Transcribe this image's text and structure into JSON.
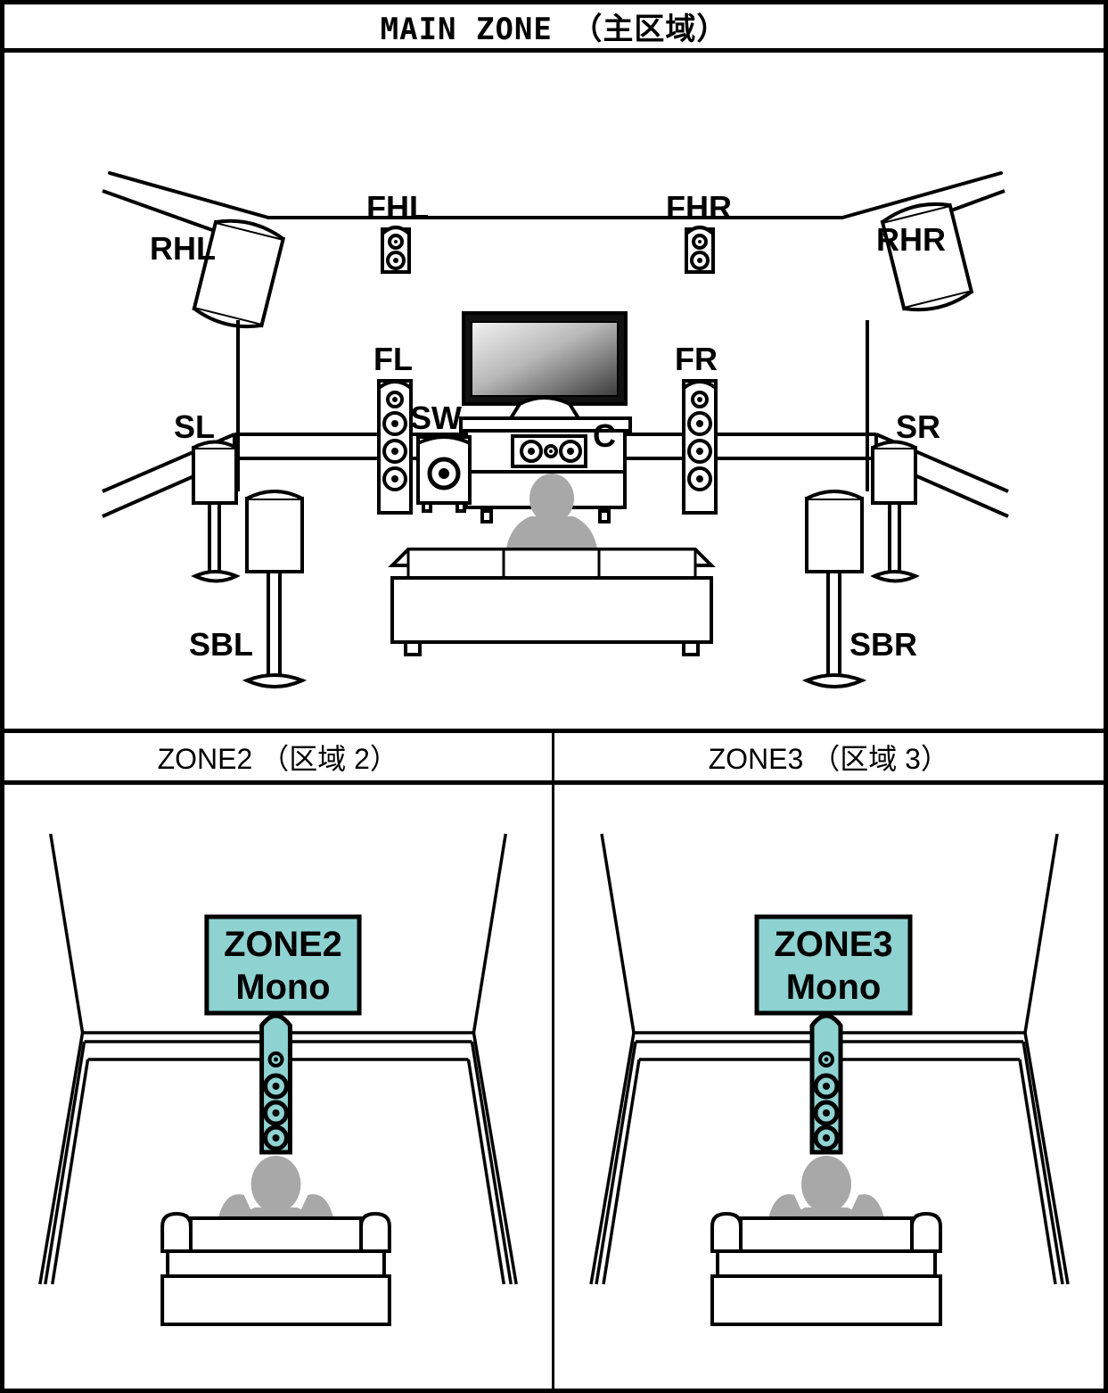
{
  "headers": {
    "main": "MAIN ZONE （主区域）",
    "zone2": "ZONE2 （区域 2）",
    "zone3": "ZONE3 （区域 3）"
  },
  "colors": {
    "accent_teal": "#8fd2d2",
    "outline": "#000000",
    "person_grey": "#a8a8a8",
    "background": "#ffffff"
  },
  "main_zone": {
    "speaker_labels": {
      "rhl": "RHL",
      "rhr": "RHR",
      "fhl": "FHL",
      "fhr": "FHR",
      "fl": "FL",
      "fr": "FR",
      "c": "C",
      "sw": "SW",
      "sl": "SL",
      "sr": "SR",
      "sbl": "SBL",
      "sbr": "SBR"
    }
  },
  "zone2": {
    "badge_line1": "ZONE2",
    "badge_line2": "Mono"
  },
  "zone3": {
    "badge_line1": "ZONE3",
    "badge_line2": "Mono"
  }
}
